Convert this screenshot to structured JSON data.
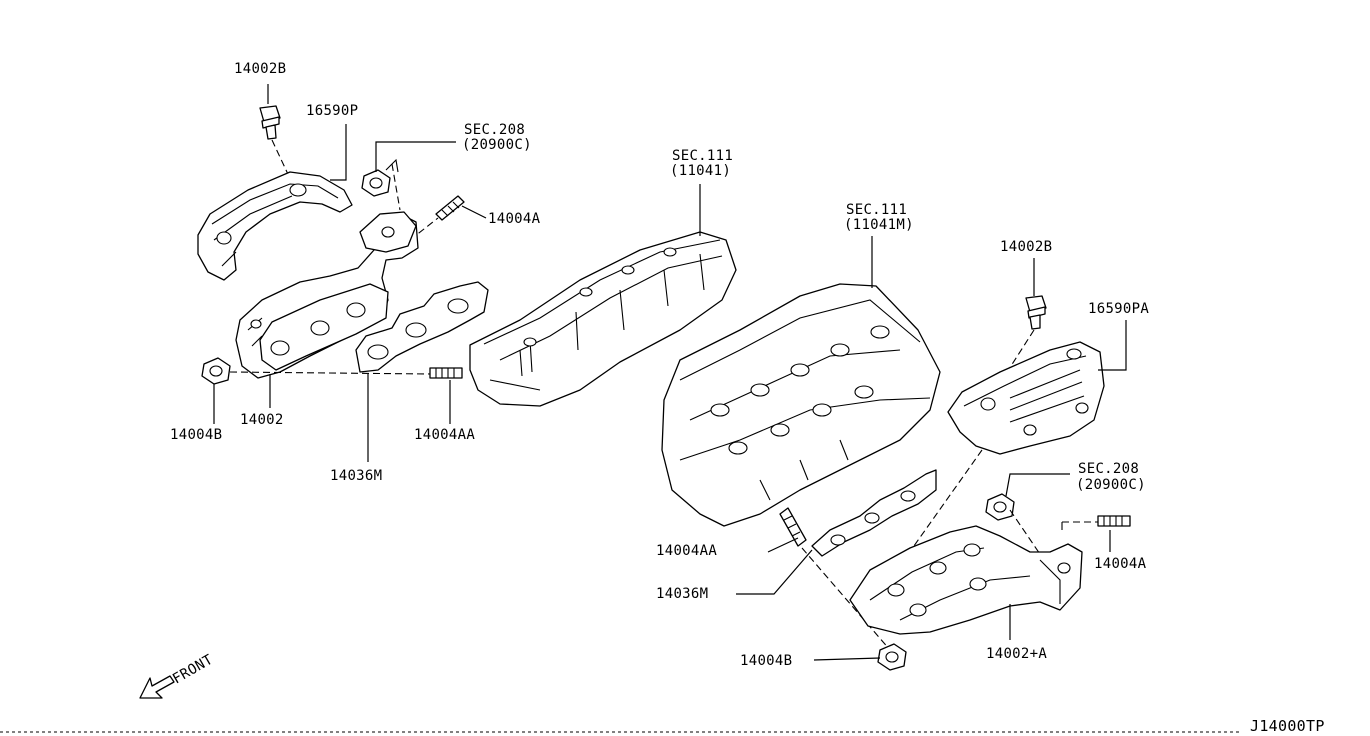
{
  "diagram_code": "J14000TP",
  "front_label": "FRONT",
  "labels": {
    "bolt_left": "14002B",
    "cover_left": "16590P",
    "sec208_left_line1": "SEC.208",
    "sec208_left_line2": "(20900C)",
    "stud_left_top": "14004A",
    "sec111_left_line1": "SEC.111",
    "sec111_left_line2": "(11041)",
    "sec111_right_line1": "SEC.111",
    "sec111_right_line2": "(11041M)",
    "bolt_right": "14002B",
    "cover_right": "16590PA",
    "nut_left": "14004B",
    "manifold_left": "14002",
    "stud_left_bottom": "14004AA",
    "gasket_left": "14036M",
    "sec208_right_line1": "SEC.208",
    "sec208_right_line2": "(20900C)",
    "stud_right_top": "14004A",
    "stud_right_bottom": "14004AA",
    "gasket_right": "14036M",
    "nut_right": "14004B",
    "manifold_right": "14002+A"
  }
}
